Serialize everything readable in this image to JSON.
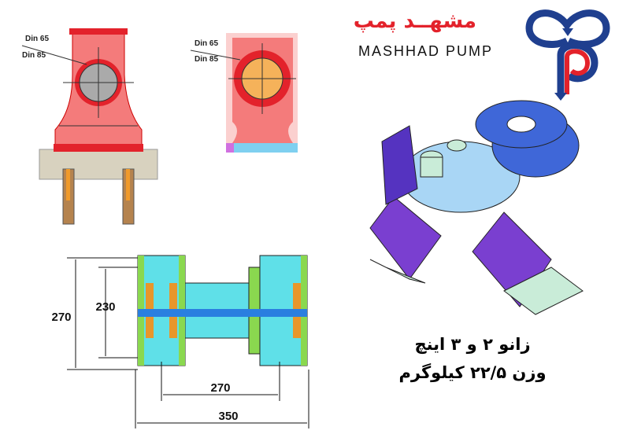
{
  "brand": {
    "name_fa": "مشهــد پمپ",
    "name_en": "MASHHAD PUMP",
    "colors": {
      "blue": "#1f3f8f",
      "red": "#e3222b"
    }
  },
  "front_view": {
    "labels": [
      "Din 65",
      "Din 85"
    ]
  },
  "side_view": {
    "labels": [
      "Din 65",
      "Din 85"
    ]
  },
  "dimensions": {
    "height_outer": "270",
    "height_inner": "230",
    "length_inner": "270",
    "length_outer": "350"
  },
  "product": {
    "title_fa": "زانو ۲ و ۳ اینچ",
    "weight_fa": "وزن ۲۲/۵ کیلوگرم"
  }
}
